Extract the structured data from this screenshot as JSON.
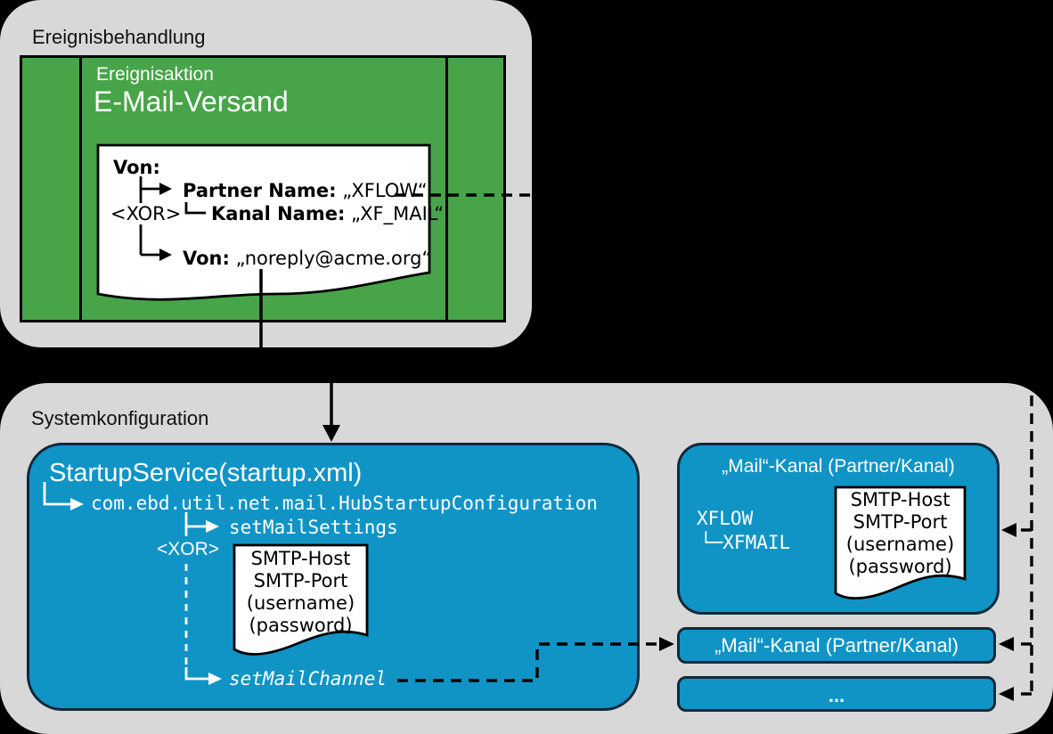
{
  "colors": {
    "background": "#000000",
    "panel_gray": "#d8d8d8",
    "action_green": "#48a449",
    "config_blue": "#1094c6",
    "blue_border": "#102a3a",
    "note_white": "#ffffff",
    "line_black": "#000000"
  },
  "top_panel": {
    "label": "Ereignisbehandlung",
    "action_kicker": "Ereignisaktion",
    "action_title": "E-Mail-Versand",
    "note": {
      "von_root_label": "Von:",
      "partner_label": "Partner Name:",
      "partner_value": "„XFLOW“",
      "kanal_label": "Kanal Name:",
      "kanal_value": "„XF_MAIL“",
      "xor": "<XOR>",
      "von_label": "Von:",
      "von_value": "„noreply@acme.org“"
    }
  },
  "bottom_panel": {
    "label": "Systemkonfiguration",
    "startup_box": {
      "title": "StartupService(startup.xml)",
      "class_line": "com.ebd.util.net.mail.HubStartupConfiguration",
      "method_settings": "setMailSettings",
      "xor": "<XOR>",
      "note_lines": [
        "SMTP-Host",
        "SMTP-Port",
        "(username)",
        "(password)"
      ],
      "method_channel": "setMailChannel"
    },
    "mail_channel_box": {
      "title": "„Mail“-Kanal (Partner/Kanal)",
      "partner": "XFLOW",
      "channel": "└─XFMAIL",
      "note_lines": [
        "SMTP-Host",
        "SMTP-Port",
        "(username)",
        "(password)"
      ]
    },
    "mail_channel_bar": {
      "title": "„Mail“-Kanal (Partner/Kanal)"
    },
    "more_bar": {
      "title": "..."
    }
  }
}
